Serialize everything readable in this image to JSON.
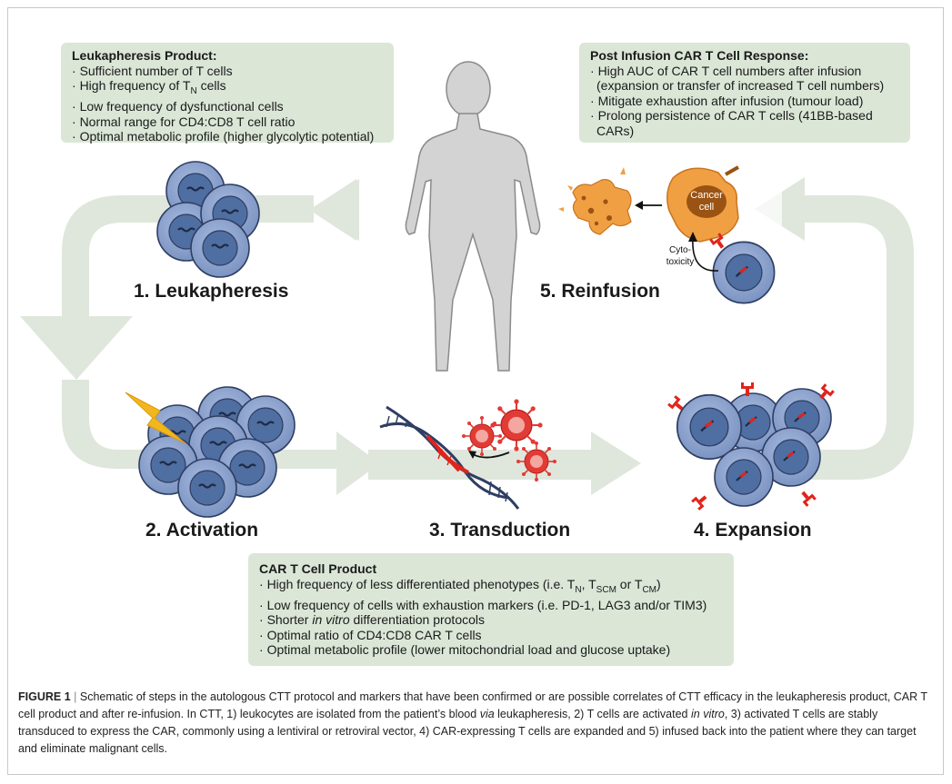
{
  "boxes": {
    "leukapheresis_product": {
      "title": "Leukapheresis Product:",
      "items": [
        "Sufficient number of T cells",
        "High frequency of T",
        "Low frequency of dysfunctional cells",
        "Normal range for CD4:CD8 T cell ratio",
        "Optimal metabolic profile (higher glycolytic potential)"
      ],
      "item2_sub": "N",
      "item2_tail": " cells"
    },
    "post_infusion": {
      "title": "Post Infusion CAR T Cell Response:",
      "items": [
        "High AUC of CAR T cell numbers after infusion",
        "(expansion or transfer of increased T cell numbers)",
        "Mitigate exhaustion after infusion (tumour load)",
        "Prolong persistence of CAR T cells (41BB-based",
        "CARs)"
      ]
    },
    "car_t_product": {
      "title": "CAR T Cell Product",
      "item1_a": "High frequency of less differentiated phenotypes (i.e. T",
      "item1_sub1": "N",
      "item1_b": ", T",
      "item1_sub2": "SCM",
      "item1_c": " or T",
      "item1_sub3": "CM",
      "item1_d": ")",
      "item2": "Low frequency of cells with exhaustion markers (i.e. PD-1, LAG3 and/or TIM3)",
      "item3_a": "Shorter ",
      "item3_em": "in vitro",
      "item3_b": " differentiation protocols",
      "item4": "Optimal ratio of CD4:CD8 CAR T cells",
      "item5": "Optimal metabolic profile (lower mitochondrial load and glucose uptake)"
    }
  },
  "steps": {
    "s1": "1. Leukapheresis",
    "s2": "2. Activation",
    "s3": "3. Transduction",
    "s4": "4. Expansion",
    "s5": "5. Reinfusion"
  },
  "labels": {
    "cancer_cell_1": "Cancer",
    "cancer_cell_2": "cell",
    "cyto_1": "Cyto-",
    "cyto_2": "toxicity"
  },
  "caption": {
    "label": "FIGURE 1",
    "sep": "|",
    "p1": " Schematic of steps in the autologous CTT protocol and markers that have been confirmed or are possible correlates of CTT efficacy in the leukapheresis product, CAR T cell product and after re-infusion. In CTT, 1) leukocytes are isolated from the patient’s blood ",
    "via": "via",
    "p2": " leukapheresis, 2) T cells are activated ",
    "in_vitro": "in vitro",
    "p3": ", 3) activated T cells are stably transduced to express the CAR, commonly using a lentiviral or retroviral vector, 4) CAR-expressing T cells are expanded and 5) infused back into the patient where they can target and eliminate malignant cells."
  },
  "colors": {
    "arrow": "#dfe7dc",
    "cell_outer": "#8fa6cf",
    "cell_inner": "#4e6c9e",
    "car_red": "#e2231a",
    "bolt": "#f2b71c",
    "cancer": "#f0a043",
    "human": "#d3d3d3"
  }
}
